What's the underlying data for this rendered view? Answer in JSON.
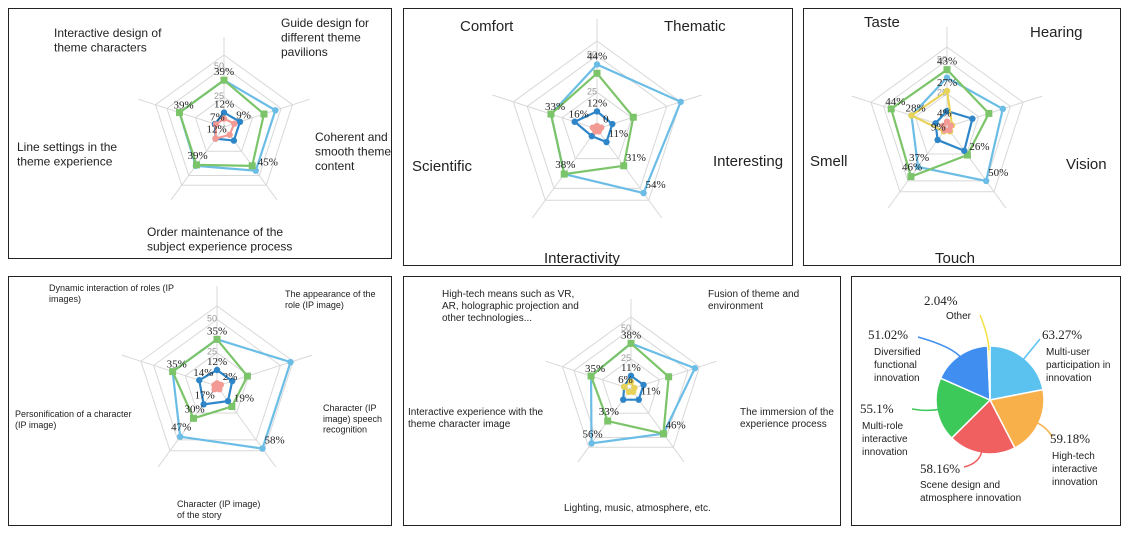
{
  "chart_data": [
    {
      "type": "radar",
      "axes": [
        "Interactive design of theme characters",
        "Guide design for different theme pavilions",
        "Coherent and smooth theme content",
        "Order maintenance of the subject experience process",
        "Line settings in the theme experience"
      ],
      "ticks": [
        "25",
        "50"
      ],
      "series": [
        {
          "values": [
            39,
            45,
            45,
            40,
            39
          ],
          "color": "#6bbde6"
        },
        {
          "values": [
            39,
            35,
            40,
            39,
            39
          ],
          "color": "#7cc46a"
        },
        {
          "values": [
            12,
            14,
            14,
            12,
            8
          ],
          "color": "#2e86c8"
        },
        {
          "values": [
            7,
            9,
            8,
            12,
            7
          ],
          "color": "#f29a93"
        }
      ],
      "data_labels": [
        {
          "text": "39%",
          "axis": 0,
          "value": 39
        },
        {
          "text": "45%",
          "axis": 2,
          "value": 45
        },
        {
          "text": "39%",
          "axis": 3,
          "value": 39
        },
        {
          "text": "39%",
          "axis": 4,
          "value": 39
        },
        {
          "text": "12%",
          "axis": 0,
          "value": 12
        },
        {
          "text": "9%",
          "axis": 1,
          "value": 9
        },
        {
          "text": "12%",
          "axis": 3,
          "value": 12
        },
        {
          "text": "7%",
          "axis": 4,
          "value": 7
        }
      ]
    },
    {
      "type": "radar",
      "axes": [
        "Comfort",
        "Thematic",
        "Interesting",
        "Interactivity",
        "Scientific"
      ],
      "ticks": [
        "25",
        "50"
      ],
      "series": [
        {
          "values": [
            44,
            60,
            54,
            38,
            33
          ],
          "color": "#6bbde6"
        },
        {
          "values": [
            38,
            26,
            31,
            38,
            33
          ],
          "color": "#7cc46a"
        },
        {
          "values": [
            12,
            11,
            11,
            6,
            16
          ],
          "color": "#2e86c8"
        },
        {
          "values": [
            2,
            3,
            2,
            2,
            3
          ],
          "color": "#f29a93"
        }
      ],
      "data_labels": [
        {
          "text": "44%",
          "axis": 0,
          "value": 44
        },
        {
          "text": "54%",
          "axis": 2,
          "value": 54
        },
        {
          "text": "31%",
          "axis": 2,
          "value": 31
        },
        {
          "text": "38%",
          "axis": 3,
          "value": 38
        },
        {
          "text": "33%",
          "axis": 4,
          "value": 33
        },
        {
          "text": "12%",
          "axis": 0,
          "value": 12
        },
        {
          "text": "11%",
          "axis": 2,
          "value": 11
        },
        {
          "text": "16%",
          "axis": 4,
          "value": 16
        },
        {
          "text": "0",
          "axis": 1,
          "value": 3
        }
      ]
    },
    {
      "type": "radar",
      "axes": [
        "Taste",
        "Hearing",
        "Vision",
        "Touch",
        "Smell"
      ],
      "ticks": [
        "25",
        "50"
      ],
      "series": [
        {
          "values": [
            37,
            44,
            50,
            37,
            28
          ],
          "color": "#6bbde6"
        },
        {
          "values": [
            43,
            33,
            26,
            46,
            44
          ],
          "color": "#7cc46a"
        },
        {
          "values": [
            12,
            20,
            22,
            12,
            9
          ],
          "color": "#2e86c8"
        },
        {
          "values": [
            27,
            4,
            4,
            4,
            28
          ],
          "color": "#e8d35a"
        },
        {
          "values": [
            4,
            3,
            3,
            3,
            3
          ],
          "color": "#f29a93"
        }
      ],
      "data_labels": [
        {
          "text": "43%",
          "axis": 0,
          "value": 43
        },
        {
          "text": "27%",
          "axis": 0,
          "value": 27
        },
        {
          "text": "4%",
          "axis": 0,
          "value": 4
        },
        {
          "text": "50%",
          "axis": 2,
          "value": 50
        },
        {
          "text": "26%",
          "axis": 2,
          "value": 26
        },
        {
          "text": "37%",
          "axis": 3,
          "value": 37
        },
        {
          "text": "46%",
          "axis": 3,
          "value": 46
        },
        {
          "text": "9%",
          "axis": 3,
          "value": 9
        },
        {
          "text": "44%",
          "axis": 4,
          "value": 44
        },
        {
          "text": "28%",
          "axis": 4,
          "value": 28
        }
      ]
    },
    {
      "type": "radar",
      "axes": [
        "Dynamic interaction of roles (IP images)",
        "The appearance of the role (IP image)",
        "Character (IP image) speech recognition",
        "Character (IP image) of the story",
        "Personification of a character (IP image)"
      ],
      "ticks": [
        "25",
        "50"
      ],
      "series": [
        {
          "values": [
            35,
            58,
            58,
            47,
            35
          ],
          "color": "#6bbde6"
        },
        {
          "values": [
            35,
            24,
            19,
            30,
            35
          ],
          "color": "#7cc46a"
        },
        {
          "values": [
            12,
            12,
            14,
            17,
            14
          ],
          "color": "#2e86c8"
        },
        {
          "values": [
            2,
            3,
            3,
            3,
            2
          ],
          "color": "#f29a93"
        }
      ],
      "data_labels": [
        {
          "text": "35%",
          "axis": 0,
          "value": 35
        },
        {
          "text": "58%",
          "axis": 2,
          "value": 58
        },
        {
          "text": "19%",
          "axis": 2,
          "value": 19
        },
        {
          "text": "47%",
          "axis": 3,
          "value": 47
        },
        {
          "text": "30%",
          "axis": 3,
          "value": 30
        },
        {
          "text": "17%",
          "axis": 3,
          "value": 17
        },
        {
          "text": "35%",
          "axis": 4,
          "value": 35
        },
        {
          "text": "14%",
          "axis": 4,
          "value": 14
        },
        {
          "text": "12%",
          "axis": 0,
          "value": 12
        },
        {
          "text": "2%",
          "axis": 1,
          "value": 3
        }
      ]
    },
    {
      "type": "radar",
      "axes": [
        "High-tech means such as VR, AR, holographic projection and other technologies...",
        "Fusion of theme and environment",
        "The immersion of the experience process",
        "Lighting, music, atmosphere, etc.",
        "Interactive experience with the theme character image"
      ],
      "ticks": [
        "25",
        "50"
      ],
      "series": [
        {
          "values": [
            38,
            56,
            46,
            56,
            35
          ],
          "color": "#6bbde6"
        },
        {
          "values": [
            38,
            33,
            46,
            33,
            35
          ],
          "color": "#7cc46a"
        },
        {
          "values": [
            11,
            11,
            11,
            11,
            6
          ],
          "color": "#2e86c8"
        },
        {
          "values": [
            6,
            3,
            3,
            3,
            6
          ],
          "color": "#e8d35a"
        }
      ],
      "data_labels": [
        {
          "text": "38%",
          "axis": 0,
          "value": 38
        },
        {
          "text": "46%",
          "axis": 2,
          "value": 46
        },
        {
          "text": "33%",
          "axis": 3,
          "value": 33
        },
        {
          "text": "56%",
          "axis": 3,
          "value": 56
        },
        {
          "text": "35%",
          "axis": 4,
          "value": 35
        },
        {
          "text": "11%",
          "axis": 0,
          "value": 11
        },
        {
          "text": "11%",
          "axis": 2,
          "value": 11
        },
        {
          "text": "6%",
          "axis": 4,
          "value": 6
        }
      ]
    },
    {
      "type": "pie",
      "slices": [
        {
          "label": "Multi-user participation in innovation",
          "value": 63.27,
          "display": "63.27%",
          "color": "#5bc2f0"
        },
        {
          "label": "High-tech interactive innovation",
          "value": 59.18,
          "display": "59.18%",
          "color": "#f8b04a"
        },
        {
          "label": "Scene design and atmosphere innovation",
          "value": 58.16,
          "display": "58.16%",
          "color": "#f06060"
        },
        {
          "label": "Multi-role interactive innovation",
          "value": 55.1,
          "display": "55.1%",
          "color": "#3cc95a"
        },
        {
          "label": "Diversified functional innovation",
          "value": 51.02,
          "display": "51.02%",
          "color": "#3f8ef0"
        },
        {
          "label": "Other",
          "value": 2.04,
          "display": "2.04%",
          "color": "#f4e040"
        }
      ]
    }
  ]
}
